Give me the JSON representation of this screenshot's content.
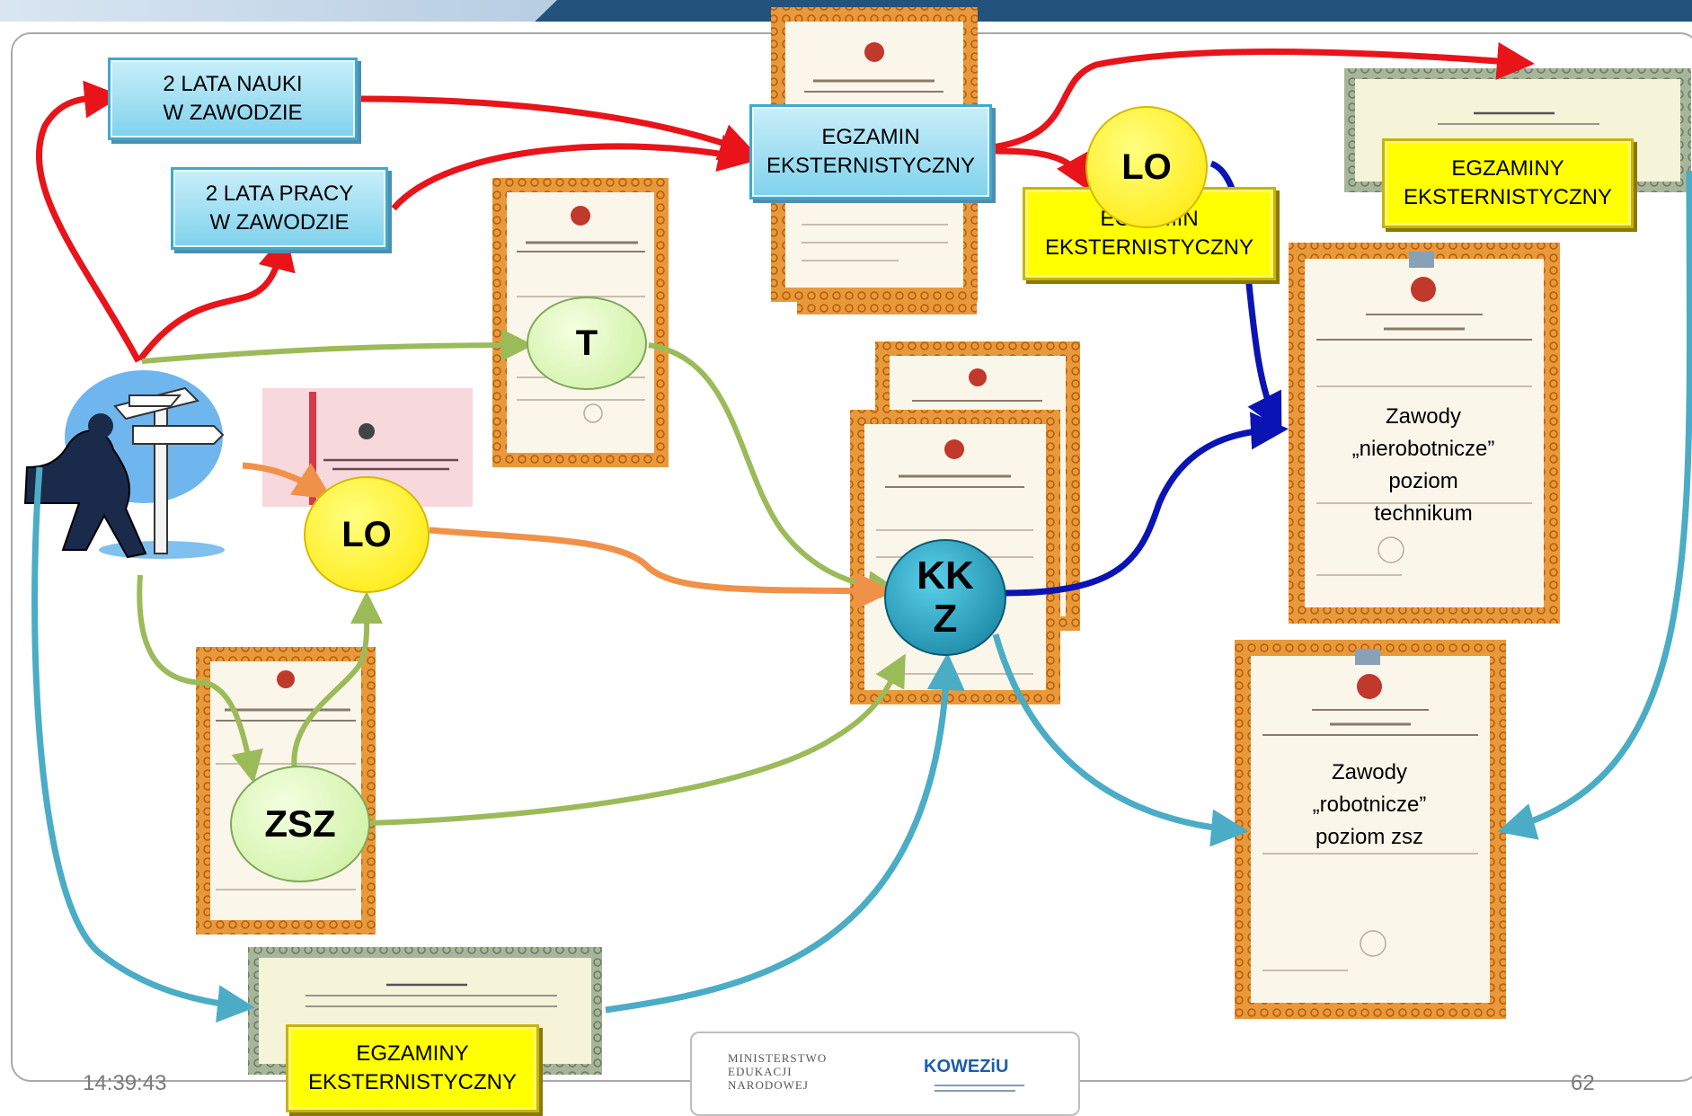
{
  "boxes": {
    "nauka": "2 LATA NAUKI\nW ZAWODZIE",
    "praca": "2 LATA  PRACY\nW ZAWODZIE",
    "egzamin_top": "EGZAMIN\nEKSTERNISTYCZNY",
    "egzamin_lo": "EGZAMIN\nEKSTERNISTYCZNY",
    "egzaminy_right": "EGZAMINY\nEKSTERNISTYCZNY",
    "egzaminy_bottom": "EGZAMINY\nEKSTERNISTYCZNY"
  },
  "circles": {
    "lo_top": "LO",
    "t": "T",
    "lo_mid": "LO",
    "kkz": "KK\nZ",
    "zsz": "ZSZ"
  },
  "certificates": {
    "nierobotnicze": "Zawody\n„nierobotnicze”\npoziom\ntechnikum",
    "robotnicze": "Zawody\n„robotnicze”\npoziom zsz"
  },
  "footer": {
    "time": "14:39:43",
    "page": "62",
    "ministry": "MINISTERSTWO\nEDUKACJI\nNARODOWEJ",
    "kowezu": "KOWEZiU"
  },
  "colors": {
    "red_arrow": "#e8141a",
    "green_arrow": "#9bbb59",
    "orange_arrow": "#f0914a",
    "blue_arrow": "#0a14b4",
    "teal_arrow": "#4bacc6"
  }
}
